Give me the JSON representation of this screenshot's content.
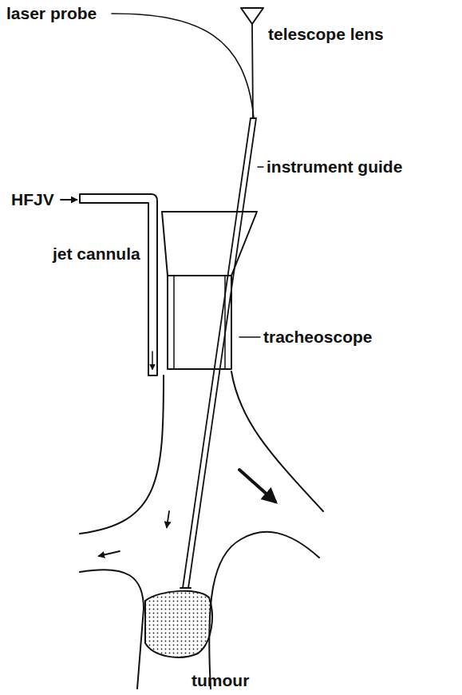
{
  "diagram": {
    "labels": [
      "laser probe",
      "telescope lens",
      "instrument guide",
      "HFJV",
      "jet cannula",
      "tracheoscope",
      "tumour"
    ]
  }
}
